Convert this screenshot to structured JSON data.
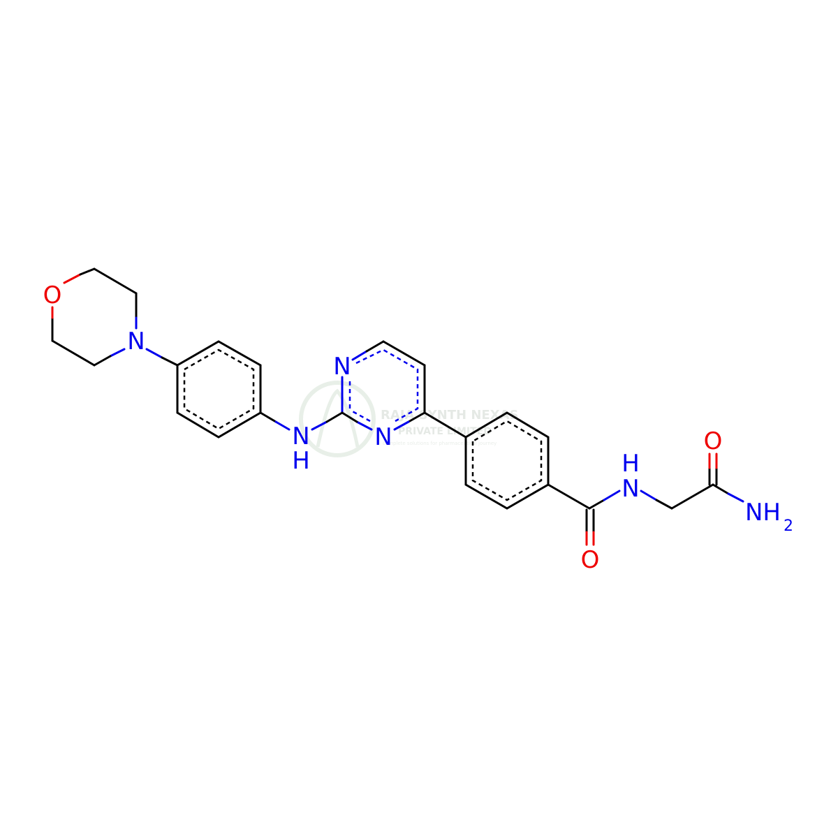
{
  "atoms": {
    "morpholine_o": "O",
    "morpholine_n": "N",
    "amine_n": "N",
    "amine_h": "H",
    "pyrimidine_n1": "N",
    "pyrimidine_n3": "N",
    "amide_n": "N",
    "amide_h": "H",
    "amide_o": "O",
    "terminal_o": "O",
    "terminal_nh": "NH",
    "terminal_h2_sub": "2"
  },
  "watermark": {
    "line1": "RAJA SYNTH NEXAS",
    "line2": "PRIVATE LIMITED",
    "line3": "complete solutions for pharmaceutical journey"
  },
  "colors": {
    "carbon": "#000000",
    "nitrogen": "#0000ee",
    "oxygen": "#ee0000",
    "watermark": "#c8d8c8"
  }
}
